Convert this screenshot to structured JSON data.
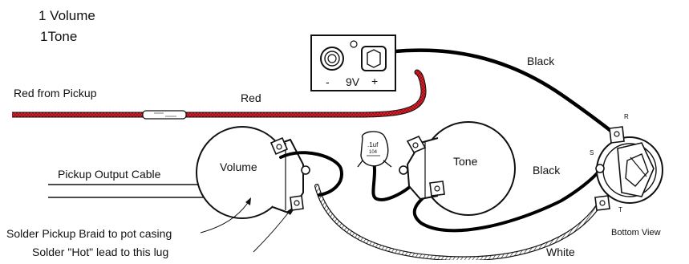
{
  "header": {
    "line1": "1 Volume",
    "line2": "1Tone"
  },
  "battery": {
    "minus": "-",
    "voltage": "9V",
    "plus": "+"
  },
  "wires": {
    "red_from_pickup": "Red from Pickup",
    "red": "Red",
    "black_top": "Black",
    "black_mid": "Black",
    "white": "White"
  },
  "pots": {
    "volume": "Volume",
    "tone": "Tone"
  },
  "capacitor": {
    "value": ".1uf",
    "code": "104"
  },
  "jack": {
    "lug_r": "R",
    "lug_s": "S",
    "lug_t": "T",
    "view": "Bottom View"
  },
  "annotations": {
    "pickup_output_cable": "Pickup Output Cable",
    "solder_braid": "Solder Pickup Braid to pot casing",
    "solder_hot": "Solder \"Hot\" lead to this lug"
  },
  "colors": {
    "red_wire": "#d61f2a",
    "black_wire": "#000000",
    "white_wire": "#ffffff",
    "outline": "#111111"
  }
}
